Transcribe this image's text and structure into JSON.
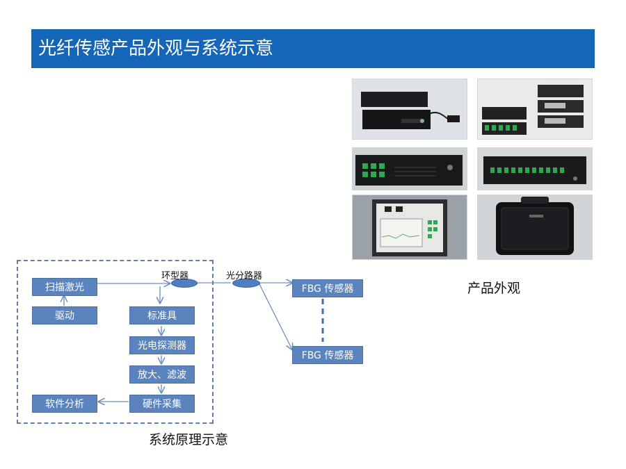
{
  "title": "光纤传感产品外观与系统示意",
  "products_caption": "产品外观",
  "diagram_caption": "系统原理示意",
  "photos": [
    {
      "name": "product-photo-1",
      "desc": "black desktop units stacked with power adapter"
    },
    {
      "name": "product-photo-2",
      "desc": "stacked units with green connectors"
    },
    {
      "name": "product-photo-3",
      "desc": "rack unit front panel"
    },
    {
      "name": "product-photo-4",
      "desc": "rack unit with green connector row"
    },
    {
      "name": "product-photo-5",
      "desc": "portable instrument with screen"
    },
    {
      "name": "product-photo-6",
      "desc": "closed portable hard case"
    }
  ],
  "diagram": {
    "scan_laser": "扫描激光",
    "driver": "驱动",
    "standard": "标准具",
    "photodetector": "光电探测器",
    "amplify_filter": "放大、滤波",
    "hardware_acq": "硬件采集",
    "software_analysis": "软件分析",
    "circulator": "环型器",
    "splitter": "光分路器",
    "fbg_sensor_1": "FBG 传感器",
    "fbg_sensor_2": "FBG 传感器"
  },
  "colors": {
    "title_bar": "#1565b8",
    "box_fill": "#5b83bd",
    "wire": "#6b8fc4"
  }
}
